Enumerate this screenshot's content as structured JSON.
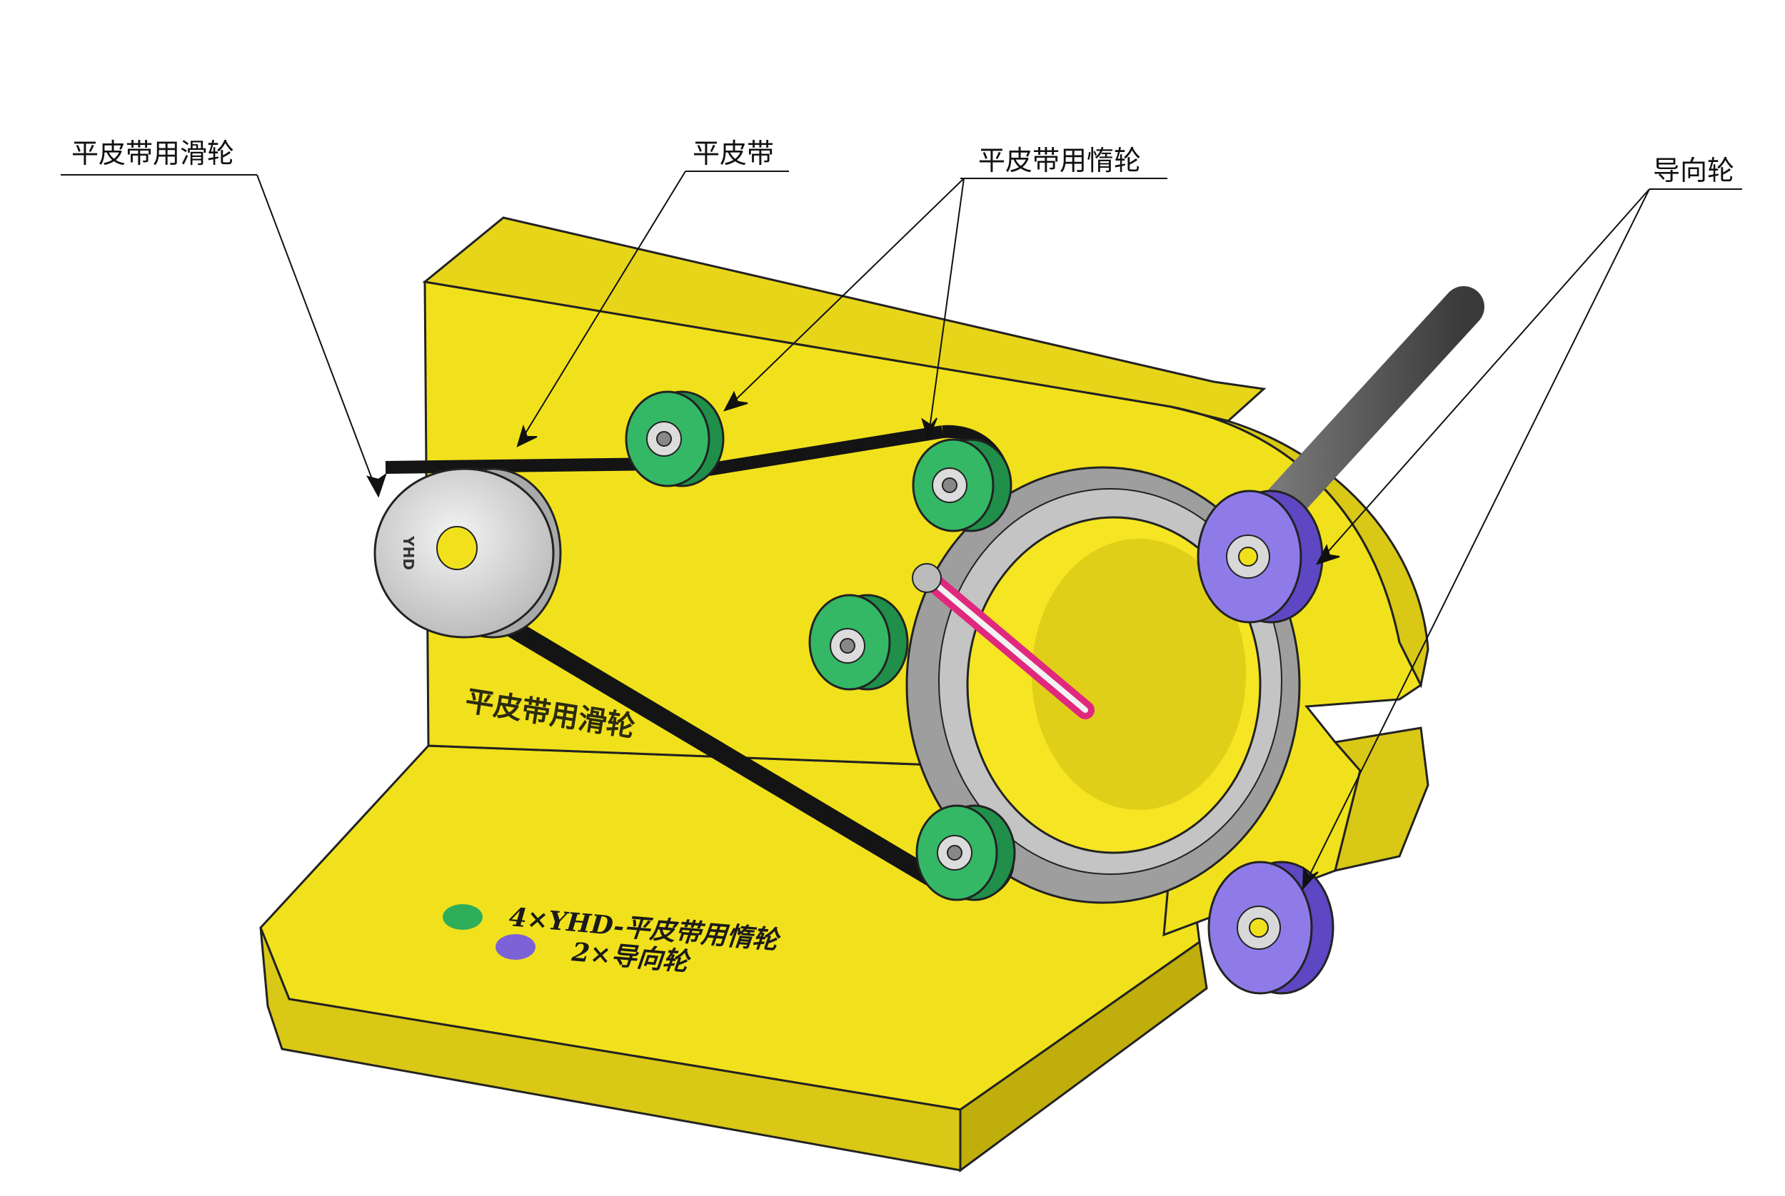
{
  "callouts": {
    "drive_pulley": "平皮带用滑轮",
    "flat_belt": "平皮带",
    "idler_pulley": "平皮带用惰轮",
    "guide_wheel": "导向轮"
  },
  "plate_engraving": "平皮带用滑轮",
  "pulley_brand": "YHD",
  "legend": [
    {
      "color": "#2fae5a",
      "text": "4×YHD-平皮带用惰轮"
    },
    {
      "color": "#7b62d6",
      "text": "2×导向轮"
    }
  ],
  "colors": {
    "base": "#f1e11c",
    "base_shade": "#c9b80f",
    "belt": "#141414",
    "idler": "#34b866",
    "guide": "#8e7be8",
    "link": "#e0287f",
    "shaft": "#5a5a5a",
    "ring": "#9b9b9b"
  }
}
